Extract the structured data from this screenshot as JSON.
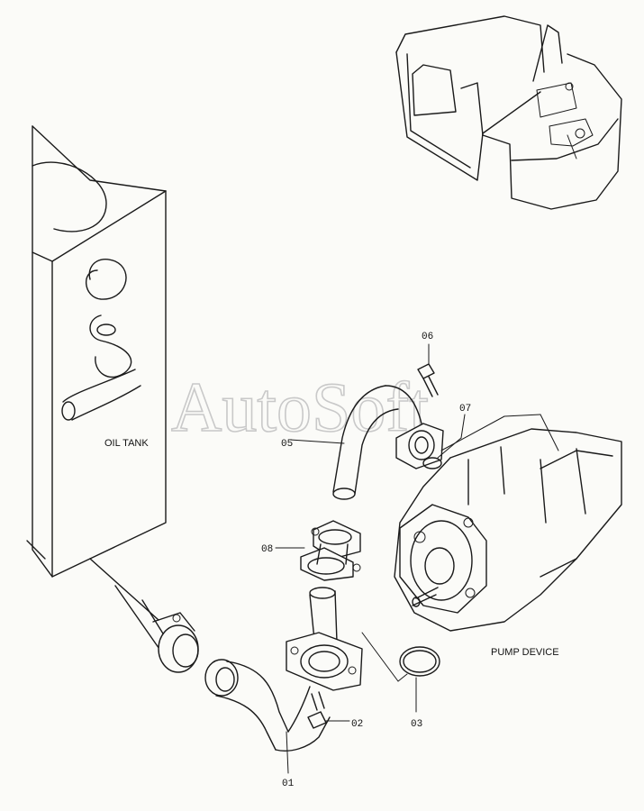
{
  "watermark": "AutoSoft",
  "labels": {
    "oil_tank": "OIL TANK",
    "pump_device": "PUMP DEVICE"
  },
  "callouts": [
    "01",
    "02",
    "03",
    "05",
    "06",
    "07",
    "08"
  ]
}
